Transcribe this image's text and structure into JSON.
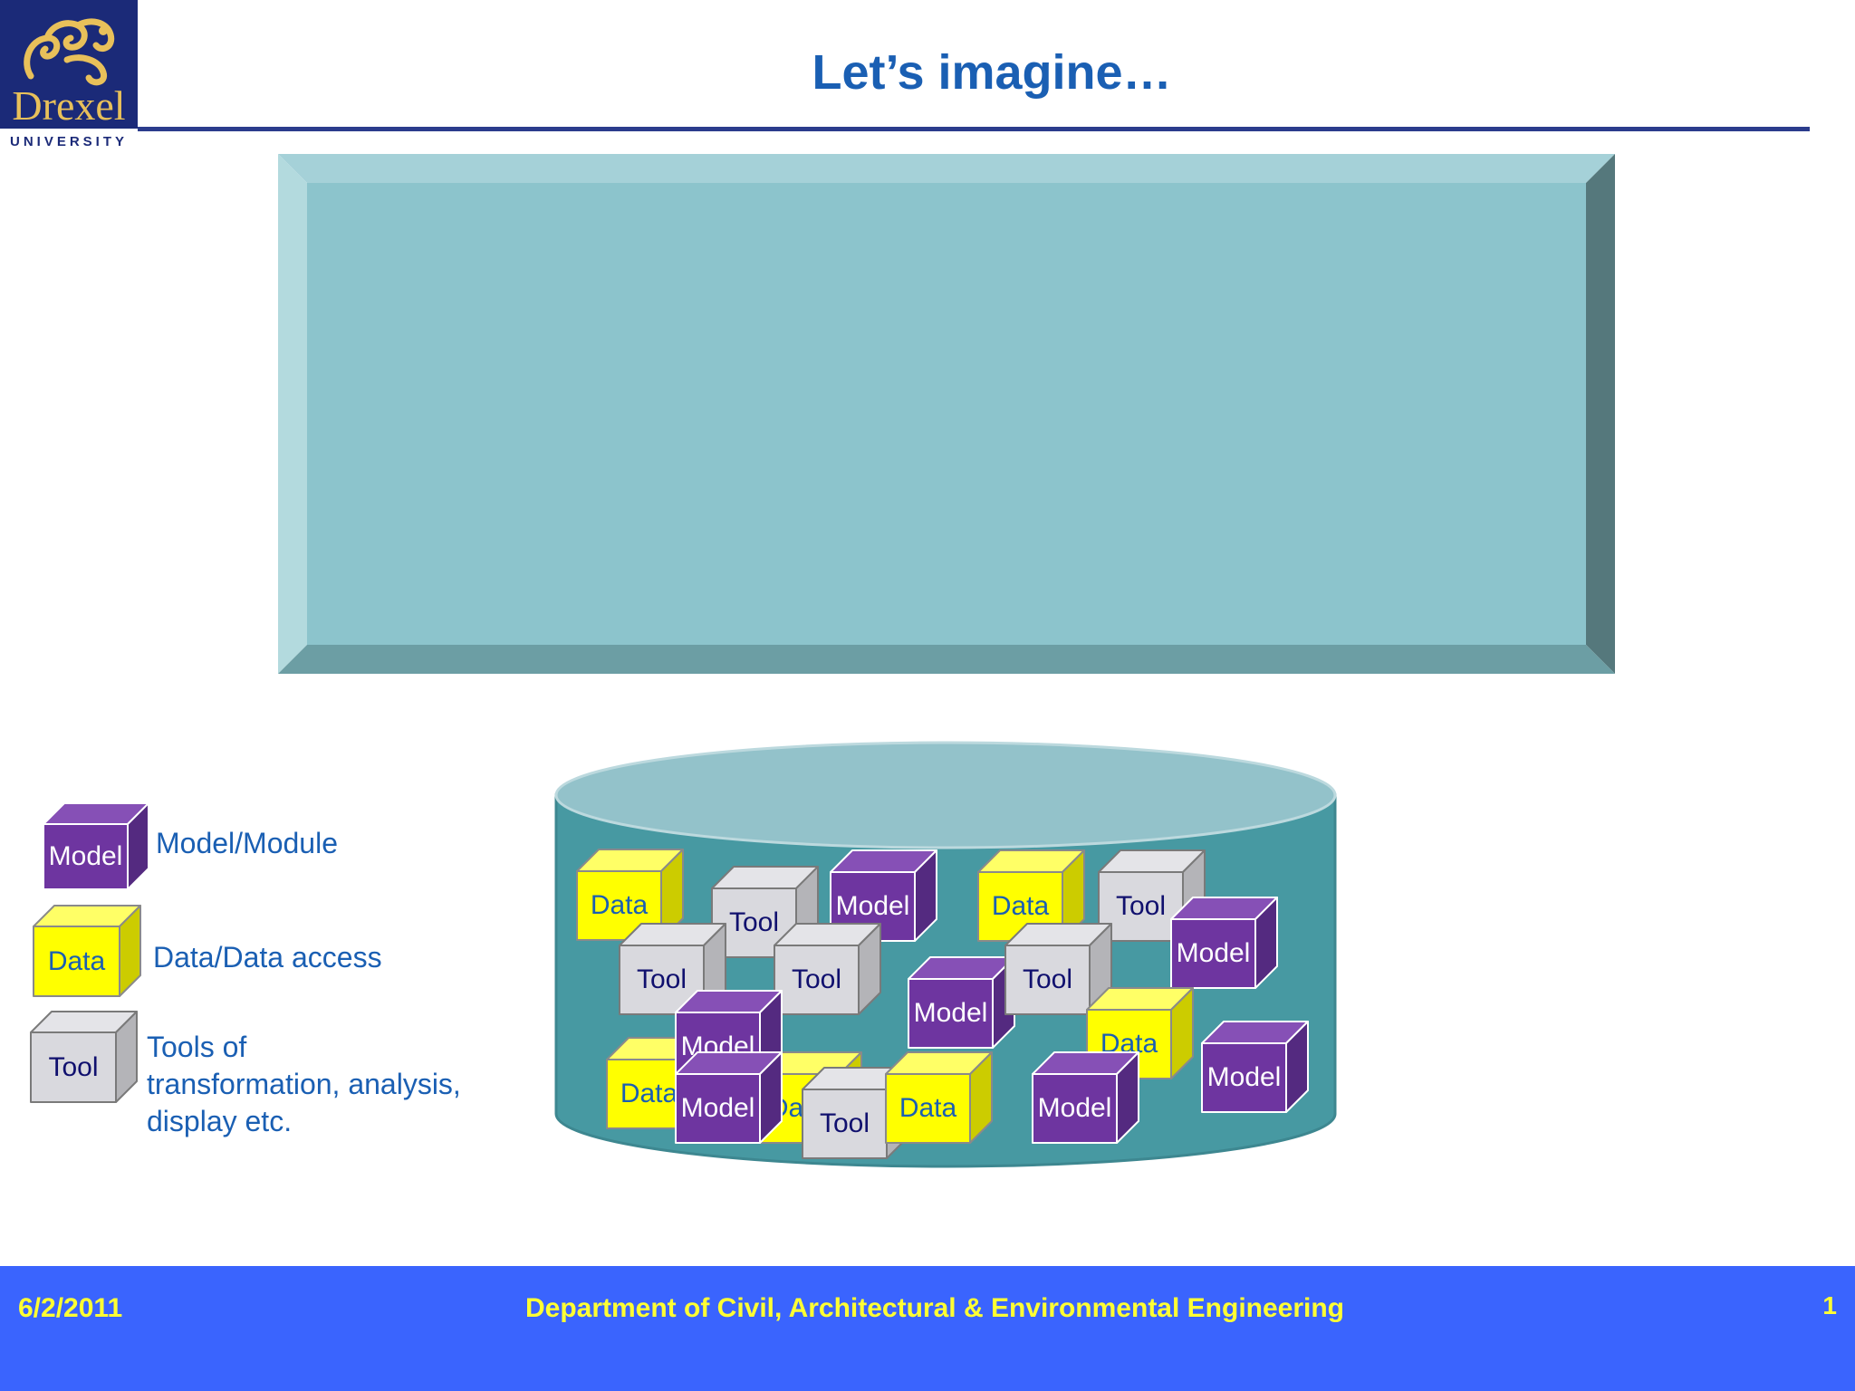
{
  "logo": {
    "wordmark": "Drexel",
    "subtitle": "UNIVERSITY"
  },
  "title": "Let’s imagine…",
  "legend": {
    "model": {
      "cube_label": "Model",
      "description": "Model/Module"
    },
    "data": {
      "cube_label": "Data",
      "description": "Data/Data access"
    },
    "tool": {
      "cube_label": "Tool",
      "description_lines": [
        "Tools of",
        "transformation, analysis,",
        "display etc."
      ]
    }
  },
  "colors": {
    "model": "#6e35a0",
    "data": "#ffff00",
    "tool": "#d9d9de",
    "panel": "#8cc4cc",
    "cylinder": "#4799a2",
    "footer": "#3a64fe",
    "footer_text": "#ffff33",
    "title_text": "#1a5fb3"
  },
  "repository_cubes": [
    {
      "kind": "data",
      "label": "Data"
    },
    {
      "kind": "tool",
      "label": "Tool"
    },
    {
      "kind": "model",
      "label": "Model"
    },
    {
      "kind": "data",
      "label": "Data"
    },
    {
      "kind": "tool",
      "label": "Tool"
    },
    {
      "kind": "model",
      "label": "Model"
    },
    {
      "kind": "tool",
      "label": "Tool"
    },
    {
      "kind": "tool",
      "label": "Tool"
    },
    {
      "kind": "model",
      "label": "Model"
    },
    {
      "kind": "tool",
      "label": "Tool"
    },
    {
      "kind": "data",
      "label": "Data"
    },
    {
      "kind": "model",
      "label": "Model"
    },
    {
      "kind": "data",
      "label": "Data"
    },
    {
      "kind": "data",
      "label": "Data"
    },
    {
      "kind": "model",
      "label": "Model"
    },
    {
      "kind": "model",
      "label": "Model"
    },
    {
      "kind": "model",
      "label": "Model"
    },
    {
      "kind": "tool",
      "label": "Tool"
    },
    {
      "kind": "data",
      "label": "Data"
    }
  ],
  "footer": {
    "date": "6/2/2011",
    "department": "Department of Civil, Architectural & Environmental Engineering",
    "page_number": "1"
  }
}
